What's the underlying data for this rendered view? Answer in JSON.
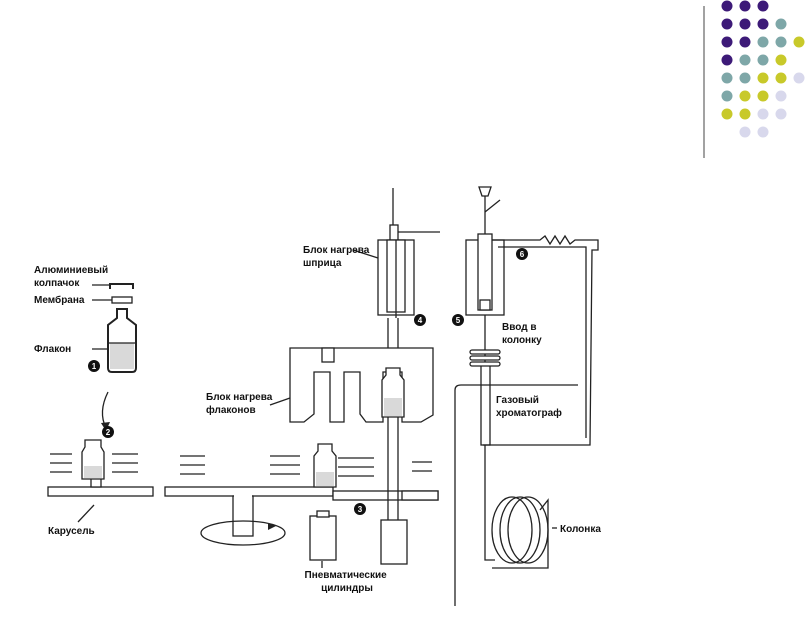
{
  "colors": {
    "purple": "#3d1a78",
    "teal": "#7ea7a8",
    "yellow": "#c8c92a",
    "lavender": "#d8d8ec",
    "liquid": "#d9d9d9"
  },
  "dot_grid": [
    [
      "purple",
      "purple",
      "purple"
    ],
    [
      "purple",
      "purple",
      "purple",
      "teal"
    ],
    [
      "purple",
      "purple",
      "teal",
      "teal",
      "yellow"
    ],
    [
      "purple",
      "teal",
      "teal",
      "yellow"
    ],
    [
      "teal",
      "teal",
      "yellow",
      "yellow",
      "lavender"
    ],
    [
      "teal",
      "yellow",
      "yellow",
      "lavender"
    ],
    [
      "yellow",
      "yellow",
      "lavender",
      "lavender"
    ],
    [
      "lavender",
      "lavender"
    ]
  ],
  "labels": {
    "cap": "Алюминиевый\nколпачок",
    "membrane": "Мембрана",
    "vial": "Флакон",
    "syringe_heater": "Блок нагрева\nшприца",
    "vial_heater": "Блок нагрева\nфлаконов",
    "column_inlet": "Ввод в\nколонку",
    "gc": "Газовый\nхроматограф",
    "carousel": "Карусель",
    "column": "Колонка",
    "cylinders": "Пневматические\nцилиндры"
  },
  "steps": [
    "1",
    "2",
    "3",
    "4",
    "5",
    "6"
  ]
}
